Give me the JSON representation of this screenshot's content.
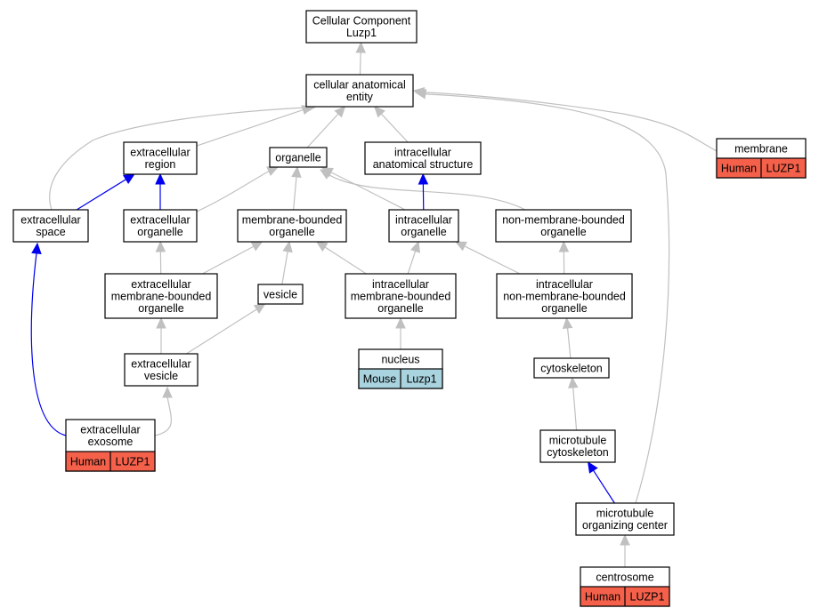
{
  "colors": {
    "gray_edge": "#c0c0c0",
    "blue_edge": "#0000ee",
    "human": "#f4604a",
    "mouse": "#a9d3df"
  },
  "nodes": [
    {
      "id": "root",
      "lines": [
        "Cellular Component",
        "Luzp1"
      ]
    },
    {
      "id": "cae",
      "lines": [
        "cellular anatomical",
        "entity"
      ]
    },
    {
      "id": "extreg",
      "lines": [
        "extracellular",
        "region"
      ]
    },
    {
      "id": "organelle",
      "lines": [
        "organelle"
      ]
    },
    {
      "id": "ias",
      "lines": [
        "intracellular",
        "anatomical structure"
      ]
    },
    {
      "id": "membrane",
      "lines": [
        "membrane"
      ],
      "badge": [
        "Human",
        "LUZP1"
      ],
      "badge_color": "human"
    },
    {
      "id": "extspace",
      "lines": [
        "extracellular",
        "space"
      ]
    },
    {
      "id": "extorg",
      "lines": [
        "extracellular",
        "organelle"
      ]
    },
    {
      "id": "mbo",
      "lines": [
        "membrane-bounded",
        "organelle"
      ]
    },
    {
      "id": "intorg",
      "lines": [
        "intracellular",
        "organelle"
      ]
    },
    {
      "id": "nmbo",
      "lines": [
        "non-membrane-bounded",
        "organelle"
      ]
    },
    {
      "id": "embo",
      "lines": [
        "extracellular",
        "membrane-bounded",
        "organelle"
      ]
    },
    {
      "id": "vesicle",
      "lines": [
        "vesicle"
      ]
    },
    {
      "id": "imbo",
      "lines": [
        "intracellular",
        "membrane-bounded",
        "organelle"
      ]
    },
    {
      "id": "inmbo",
      "lines": [
        "intracellular",
        "non-membrane-bounded",
        "organelle"
      ]
    },
    {
      "id": "extves",
      "lines": [
        "extracellular",
        "vesicle"
      ]
    },
    {
      "id": "nucleus",
      "lines": [
        "nucleus"
      ],
      "badge": [
        "Mouse",
        "Luzp1"
      ],
      "badge_color": "mouse"
    },
    {
      "id": "cytoskeleton",
      "lines": [
        "cytoskeleton"
      ]
    },
    {
      "id": "exosome",
      "lines": [
        "extracellular",
        "exosome"
      ],
      "badge": [
        "Human",
        "LUZP1"
      ],
      "badge_color": "human"
    },
    {
      "id": "mtcyto",
      "lines": [
        "microtubule",
        "cytoskeleton"
      ]
    },
    {
      "id": "mtoc",
      "lines": [
        "microtubule",
        "organizing center"
      ]
    },
    {
      "id": "centrosome",
      "lines": [
        "centrosome"
      ],
      "badge": [
        "Human",
        "LUZP1"
      ],
      "badge_color": "human"
    }
  ],
  "edges": [
    {
      "from": "cae",
      "to": "root",
      "color": "gray"
    },
    {
      "from": "extreg",
      "to": "cae",
      "color": "gray"
    },
    {
      "from": "organelle",
      "to": "cae",
      "color": "gray"
    },
    {
      "from": "ias",
      "to": "cae",
      "color": "gray"
    },
    {
      "from": "membrane",
      "to": "cae",
      "color": "gray"
    },
    {
      "from": "extspace",
      "to": "cae",
      "color": "gray"
    },
    {
      "from": "mtoc",
      "to": "cae",
      "color": "gray"
    },
    {
      "from": "extspace",
      "to": "extreg",
      "color": "blue"
    },
    {
      "from": "extorg",
      "to": "extreg",
      "color": "blue"
    },
    {
      "from": "extorg",
      "to": "organelle",
      "color": "gray"
    },
    {
      "from": "mbo",
      "to": "organelle",
      "color": "gray"
    },
    {
      "from": "intorg",
      "to": "organelle",
      "color": "gray"
    },
    {
      "from": "nmbo",
      "to": "organelle",
      "color": "gray"
    },
    {
      "from": "intorg",
      "to": "ias",
      "color": "blue"
    },
    {
      "from": "embo",
      "to": "extorg",
      "color": "gray"
    },
    {
      "from": "embo",
      "to": "mbo",
      "color": "gray"
    },
    {
      "from": "vesicle",
      "to": "mbo",
      "color": "gray"
    },
    {
      "from": "imbo",
      "to": "mbo",
      "color": "gray"
    },
    {
      "from": "imbo",
      "to": "intorg",
      "color": "gray"
    },
    {
      "from": "inmbo",
      "to": "intorg",
      "color": "gray"
    },
    {
      "from": "inmbo",
      "to": "nmbo",
      "color": "gray"
    },
    {
      "from": "extves",
      "to": "embo",
      "color": "gray"
    },
    {
      "from": "extves",
      "to": "vesicle",
      "color": "gray"
    },
    {
      "from": "nucleus",
      "to": "imbo",
      "color": "gray"
    },
    {
      "from": "cytoskeleton",
      "to": "inmbo",
      "color": "gray"
    },
    {
      "from": "exosome",
      "to": "extves",
      "color": "gray"
    },
    {
      "from": "exosome",
      "to": "extspace",
      "color": "blue"
    },
    {
      "from": "mtcyto",
      "to": "cytoskeleton",
      "color": "gray"
    },
    {
      "from": "mtoc",
      "to": "mtcyto",
      "color": "blue"
    },
    {
      "from": "centrosome",
      "to": "mtoc",
      "color": "gray"
    }
  ]
}
